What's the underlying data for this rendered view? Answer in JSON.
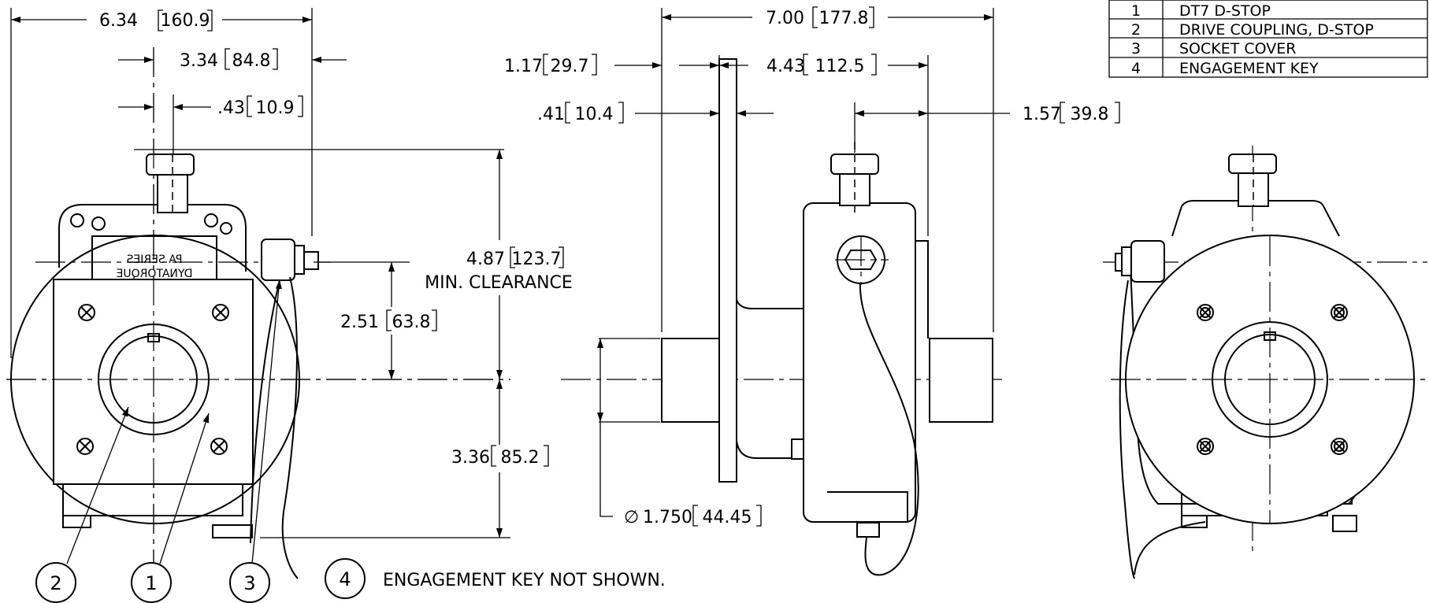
{
  "bom_table": {
    "rows": [
      {
        "item": "1",
        "description": "DT7 D-STOP"
      },
      {
        "item": "2",
        "description": "DRIVE COUPLING, D-STOP"
      },
      {
        "item": "3",
        "description": "SOCKET COVER"
      },
      {
        "item": "4",
        "description": "ENGAGEMENT KEY"
      }
    ]
  },
  "front_view": {
    "dims": {
      "overall_width": {
        "inch": "6.34",
        "mm": "160.9"
      },
      "centerline_to_fitting": {
        "inch": "3.34",
        "mm": "84.8"
      },
      "key_offset": {
        "inch": ".43",
        "mm": "10.9"
      },
      "total_height": {
        "inch": "4.87",
        "mm": "123.7"
      },
      "upper_height": {
        "inch": "2.51",
        "mm": "63.8"
      },
      "lower_height": {
        "inch": "3.36",
        "mm": "85.2"
      }
    },
    "clearance_note": "MIN. CLEARANCE",
    "nameplate": {
      "line1": "PA SERIES",
      "line2": "DYNATORQUE"
    },
    "balloons": [
      "2",
      "1",
      "3",
      "4"
    ],
    "balloon_note": "ENGAGEMENT KEY NOT SHOWN."
  },
  "side_view": {
    "dims": {
      "overall_length": {
        "inch": "7.00",
        "mm": "177.8"
      },
      "flange_offset": {
        "inch": "1.17",
        "mm": "29.7"
      },
      "body_length": {
        "inch": "4.43",
        "mm": "112.5"
      },
      "flange_thickness": {
        "inch": ".41",
        "mm": "10.4"
      },
      "shaft_extension": {
        "inch": "1.57",
        "mm": "39.8"
      },
      "shaft_diameter": {
        "symbol": "∅",
        "inch": "1.750",
        "mm": "44.45"
      }
    }
  }
}
